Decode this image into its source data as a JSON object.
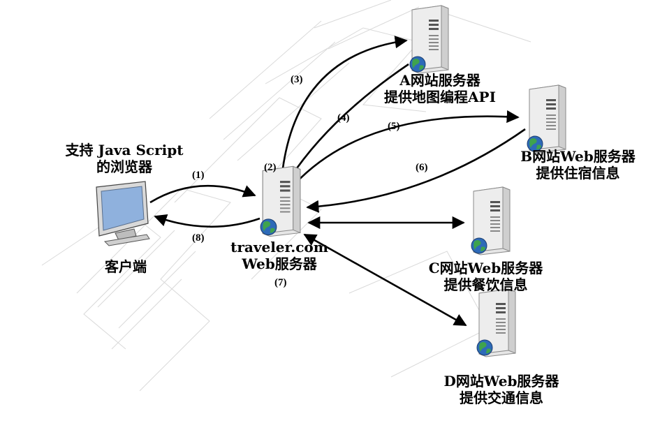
{
  "client": {
    "caption_line1": "支持 Java Script",
    "caption_line2": "的浏览器",
    "label": "客户端"
  },
  "main_server": {
    "line1": "traveler.com",
    "line2": "Web服务器"
  },
  "servers": {
    "a": {
      "line1": "A网站服务器",
      "line2": "提供地图编程API"
    },
    "b": {
      "line1": "B网站Web服务器",
      "line2": "提供住宿信息"
    },
    "c": {
      "line1": "C网站Web服务器",
      "line2": "提供餐饮信息"
    },
    "d": {
      "line1": "D网站Web服务器",
      "line2": "提供交通信息"
    }
  },
  "steps": [
    "(1)",
    "(2)",
    "(3)",
    "(4)",
    "(5)",
    "(6)",
    "(7)",
    "(8)"
  ],
  "colors": {
    "server_body": "#e6e6e6",
    "server_shade": "#b9b9b9",
    "globe_blue": "#2d6ab8",
    "globe_green": "#3fa34d",
    "monitor_screen": "#8fb1dd",
    "arrow": "#000000",
    "watermark": "#c8c8c8"
  }
}
